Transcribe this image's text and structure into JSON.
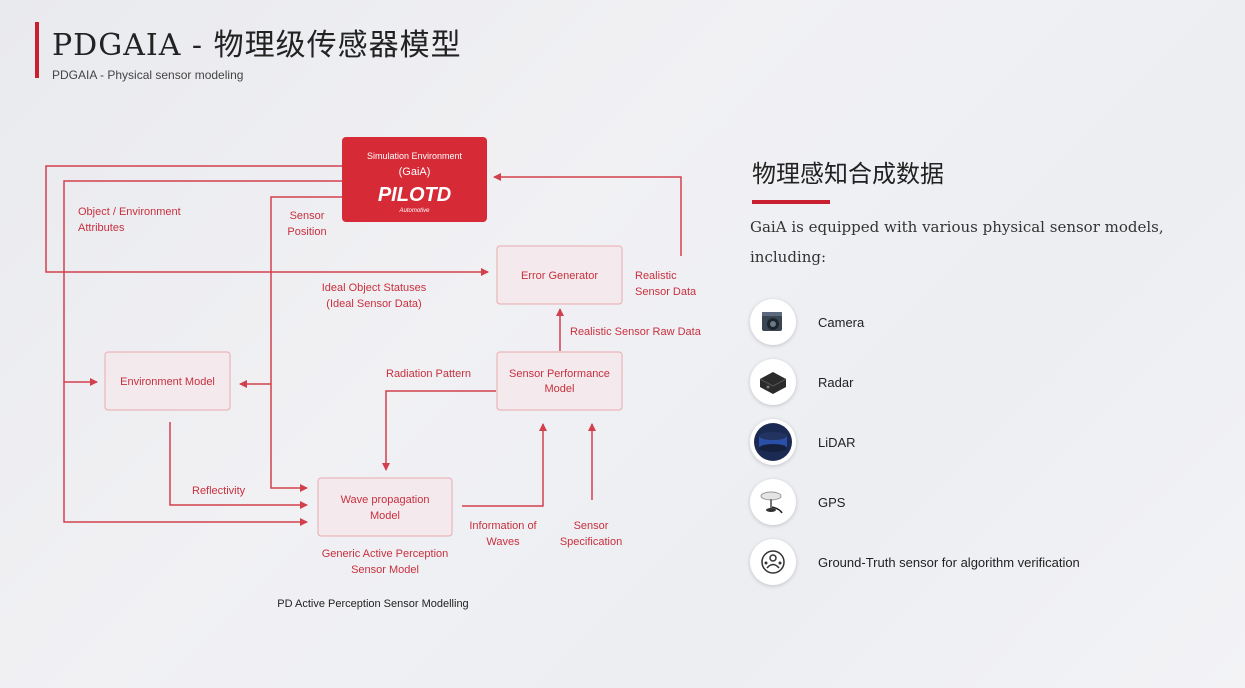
{
  "header": {
    "title": "PDGAIA - 物理级传感器模型",
    "subtitle": "PDGAIA - Physical sensor modeling"
  },
  "diagram": {
    "sim_env": {
      "line1": "Simulation Environment",
      "line2": "(GaiA)",
      "logo_main": "PILOTD",
      "logo_sub": "Automotive"
    },
    "boxes": {
      "error_generator": "Error Generator",
      "environment_model": "Environment Model",
      "sensor_performance": [
        "Sensor Performance",
        "Model"
      ],
      "wave_propagation": [
        "Wave propagation",
        "Model"
      ]
    },
    "labels": {
      "object_env_attrs": [
        "Object / Environment",
        "Attributes"
      ],
      "sensor_position": [
        "Sensor",
        "Position"
      ],
      "ideal_object_statuses": [
        "Ideal Object Statuses",
        "(Ideal Sensor Data)"
      ],
      "realistic_sensor_data": [
        "Realistic",
        "Sensor Data"
      ],
      "realistic_raw_data": "Realistic Sensor Raw Data",
      "radiation_pattern": "Radiation Pattern",
      "reflectivity": "Reflectivity",
      "information_of_waves": [
        "Information of",
        "Waves"
      ],
      "sensor_specification": [
        "Sensor",
        "Specification"
      ],
      "generic_active": [
        "Generic Active Perception",
        "Sensor Model"
      ]
    },
    "caption": "PD Active Perception Sensor Modelling"
  },
  "right": {
    "title": "物理感知合成数据",
    "description": "GaiA is equipped with various physical sensor models, including:",
    "sensors": [
      {
        "name": "Camera",
        "icon": "camera-icon"
      },
      {
        "name": "Radar",
        "icon": "radar-icon"
      },
      {
        "name": "LiDAR",
        "icon": "lidar-icon"
      },
      {
        "name": "GPS",
        "icon": "gps-icon"
      },
      {
        "name": "Ground-Truth sensor for algorithm verification",
        "icon": "ground-truth-icon"
      }
    ]
  },
  "colors": {
    "accent": "#c8202f",
    "line": "#d2404d",
    "box_border": "#e8a9b0",
    "box_fill": "#f7e6e9",
    "sim_env_fill": "#d62a36"
  }
}
